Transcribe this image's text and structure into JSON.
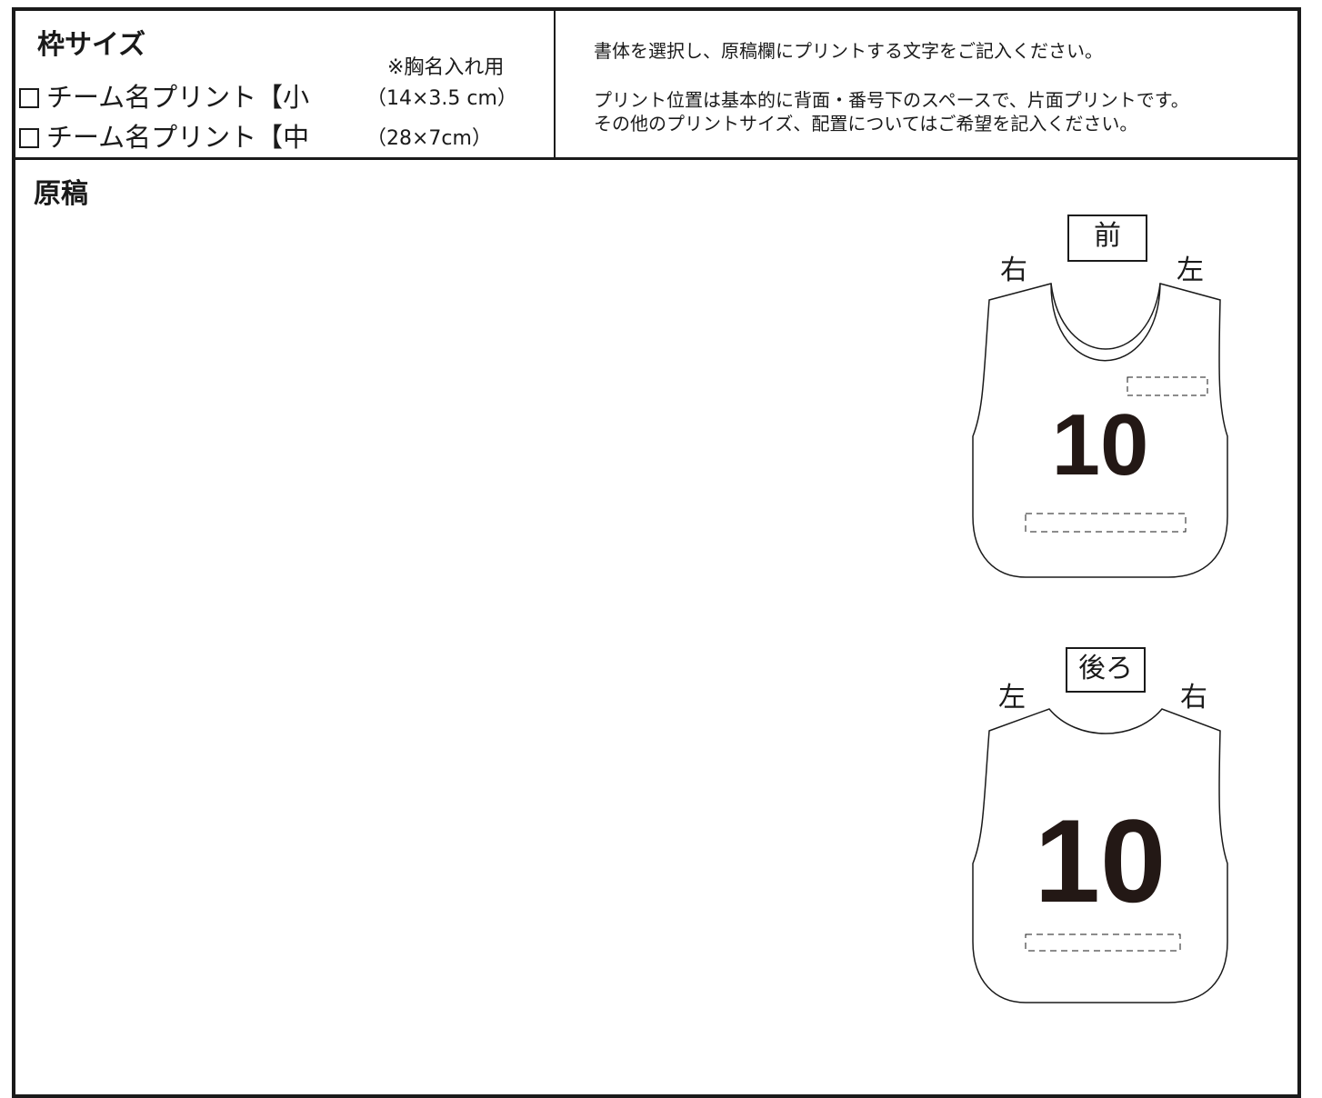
{
  "size_panel": {
    "title": "枠サイズ",
    "note": "※胸名入れ用",
    "options": [
      {
        "label": "チーム名プリント【小",
        "size": "（14×3.5 cm）"
      },
      {
        "label": "チーム名プリント【中",
        "size": "（28×7cm）"
      }
    ]
  },
  "instructions": {
    "line1": "書体を選択し、原稿欄にプリントする文字をご記入ください。",
    "line2": "プリント位置は基本的に背面・番号下のスペースで、片面プリントです。",
    "line3": "その他のプリントサイズ、配置についてはご希望を記入ください。"
  },
  "draft": {
    "title": "原稿"
  },
  "front_bib": {
    "tag": "前",
    "left_side": "右",
    "right_side": "左",
    "number": "10"
  },
  "back_bib": {
    "tag": "後ろ",
    "left_side": "左",
    "right_side": "右",
    "number": "10"
  }
}
